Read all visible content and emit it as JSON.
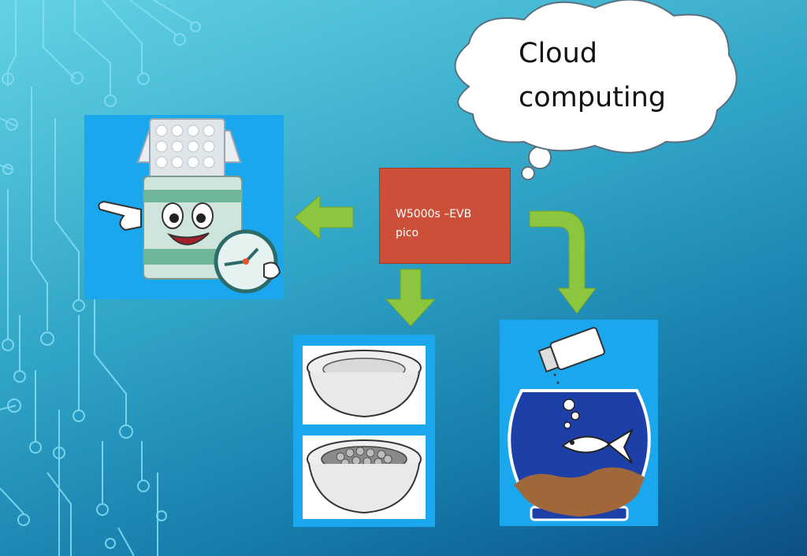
{
  "cloud": {
    "line1": "Cloud",
    "line2": "computing"
  },
  "device": {
    "line1": "W5000s –EVB",
    "line2": "pico"
  },
  "colors": {
    "arrow": "#8cc63f",
    "device_box": "#cc5039",
    "panel_bg": "#1aa7ee",
    "circuit": "#7fdcf2"
  }
}
